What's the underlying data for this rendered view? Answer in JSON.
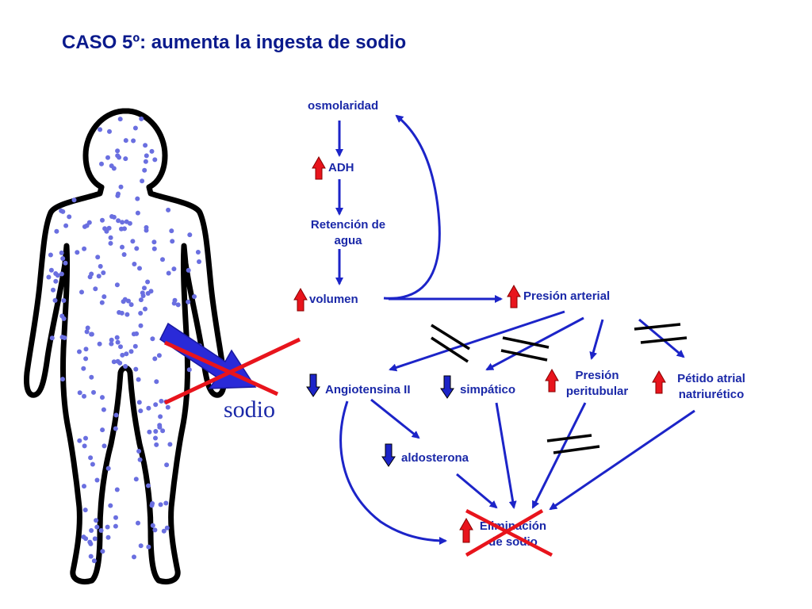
{
  "title": "CASO 5º: aumenta  la ingesta de sodio",
  "sodium_label": "sodio",
  "nodes": {
    "osmolaridad": "osmolaridad",
    "adh": "ADH",
    "retencion_line1": "Retención de",
    "retencion_line2": "agua",
    "volumen": "volumen",
    "presion_arterial": "Presión arterial",
    "angiotensina": "Angiotensina II",
    "simpatico": "simpático",
    "presion_peri_line1": "Presión",
    "presion_peri_line2": "peritubular",
    "peptido_line1": "Pétido atrial",
    "peptido_line2": "natriurético",
    "aldosterona": "aldosterona",
    "eliminacion_line1": "Eliminación",
    "eliminacion_line2": "de sodio"
  },
  "colors": {
    "arrow": "#1c24c8",
    "up_indicator": "#e8141c",
    "down_indicator": "#1c24c8",
    "cross": "#e8141c",
    "text": "#1a28a8",
    "title": "#0a1a8c",
    "dots": "#6a6fe0"
  }
}
